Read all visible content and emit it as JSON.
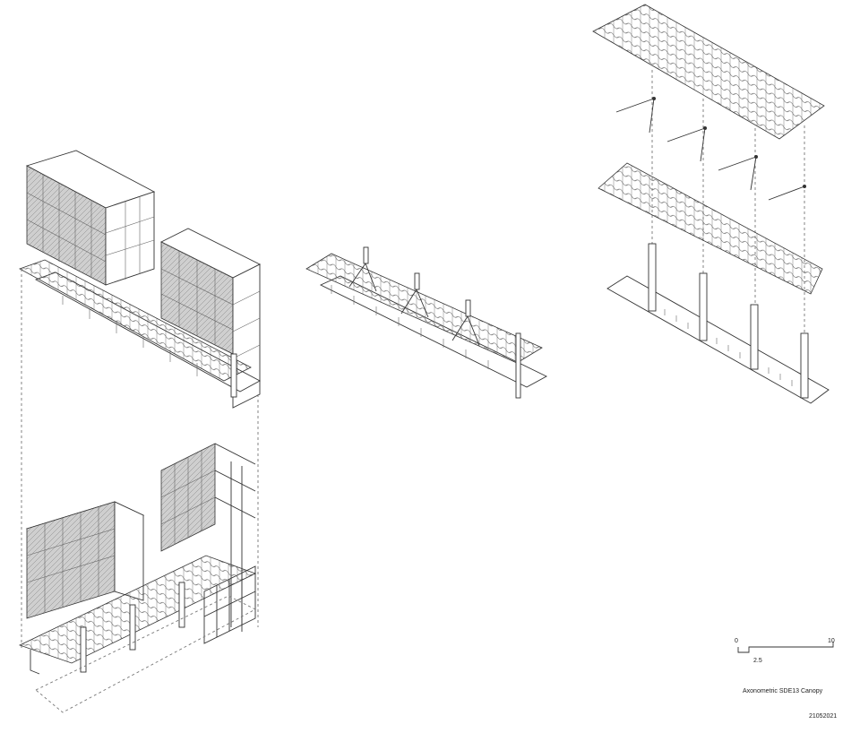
{
  "drawing": {
    "title": "Axonometric SDE13 Canopy",
    "date": "21052021",
    "views": [
      {
        "id": "context-upper",
        "description": "Buildings with canopy - upper axonometric"
      },
      {
        "id": "context-lower",
        "description": "Buildings with canopy - lower axonometric"
      },
      {
        "id": "canopy-assembled",
        "description": "Canopy assembled"
      },
      {
        "id": "canopy-exploded",
        "description": "Canopy exploded"
      }
    ]
  },
  "scale_bar": {
    "start_label": "0",
    "end_label": "10",
    "mid_label": "2.5"
  },
  "colors": {
    "line": "#333333",
    "background": "#ffffff",
    "tone": "#bdbdbd"
  }
}
